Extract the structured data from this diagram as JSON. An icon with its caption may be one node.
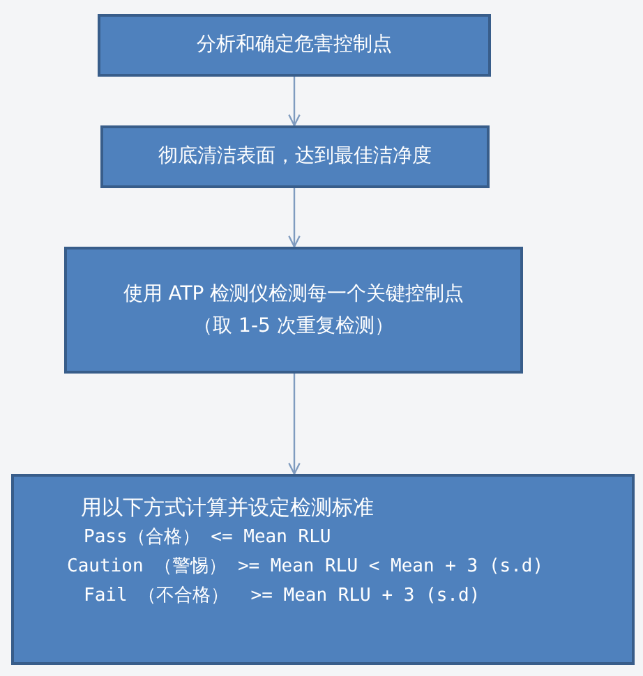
{
  "diagram": {
    "nodes": [
      {
        "text": [
          "分析和确定危害控制点"
        ]
      },
      {
        "text": [
          "彻底清洁表面，达到最佳洁净度"
        ]
      },
      {
        "text": [
          "使用 ATP 检测仪检测每一个关键控制点",
          "（取 1-5 次重复检测）"
        ]
      },
      {
        "text": [
          "用以下方式计算并设定检测标准",
          "Pass（合格） <= Mean RLU",
          "Caution （警惕） >= Mean RLU < Mean + 3 (s.d)",
          "Fail （不合格）  >= Mean RLU + 3 (s.d)"
        ]
      }
    ],
    "edges": [
      {
        "from": 0,
        "to": 1,
        "arrow": "to"
      },
      {
        "from": 1,
        "to": 2,
        "arrow": "to"
      },
      {
        "from": 2,
        "to": 3,
        "arrow": "to"
      }
    ]
  }
}
